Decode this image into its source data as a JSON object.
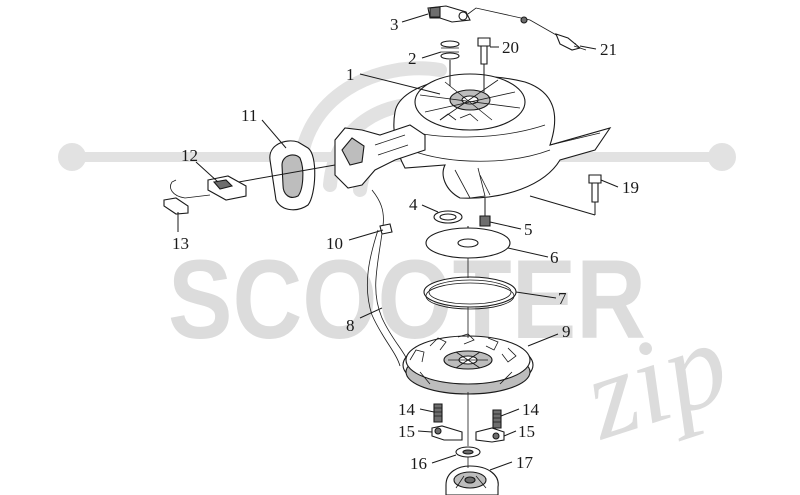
{
  "watermark": {
    "brand": "SCOOTER",
    "script": "zip",
    "color": "#dcdcdc"
  },
  "line_color": "#1a1a1a",
  "callouts": [
    {
      "id": "c1",
      "label": "1"
    },
    {
      "id": "c2",
      "label": "2"
    },
    {
      "id": "c3",
      "label": "3"
    },
    {
      "id": "c4",
      "label": "4"
    },
    {
      "id": "c5",
      "label": "5"
    },
    {
      "id": "c6",
      "label": "6"
    },
    {
      "id": "c7",
      "label": "7"
    },
    {
      "id": "c8",
      "label": "8"
    },
    {
      "id": "c9",
      "label": "9"
    },
    {
      "id": "c10",
      "label": "10"
    },
    {
      "id": "c11",
      "label": "11"
    },
    {
      "id": "c12",
      "label": "12"
    },
    {
      "id": "c13",
      "label": "13"
    },
    {
      "id": "c14a",
      "label": "14"
    },
    {
      "id": "c14b",
      "label": "14"
    },
    {
      "id": "c15a",
      "label": "15"
    },
    {
      "id": "c15b",
      "label": "15"
    },
    {
      "id": "c16",
      "label": "16"
    },
    {
      "id": "c17",
      "label": "17"
    },
    {
      "id": "c19",
      "label": "19"
    },
    {
      "id": "c20",
      "label": "20"
    },
    {
      "id": "c21",
      "label": "21"
    }
  ]
}
